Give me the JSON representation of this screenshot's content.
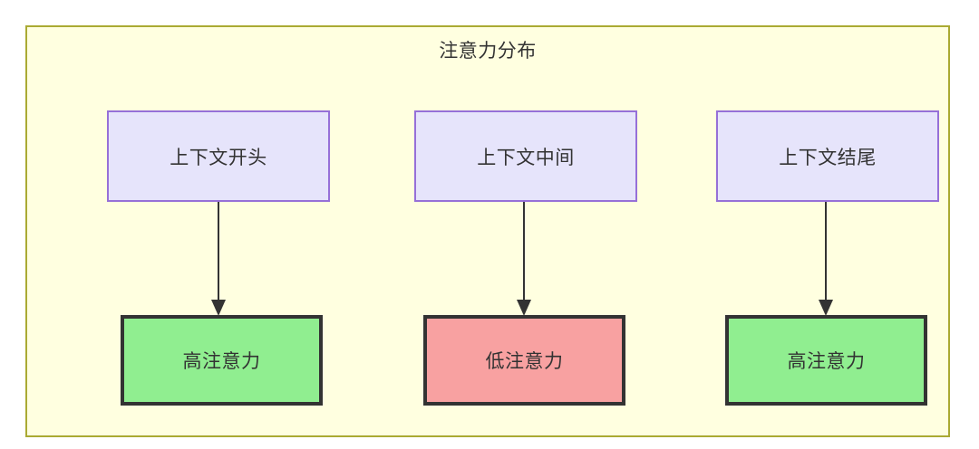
{
  "diagram": {
    "title": "注意力分布",
    "background_color": "#ffffe0",
    "border_color": "#aaaa33",
    "context_nodes": [
      {
        "label": "上下文开头",
        "fill": "#e6e4fb",
        "stroke": "#9670d8"
      },
      {
        "label": "上下文中间",
        "fill": "#e6e4fb",
        "stroke": "#9670d8"
      },
      {
        "label": "上下文结尾",
        "fill": "#e6e4fb",
        "stroke": "#9670d8"
      }
    ],
    "attention_nodes": [
      {
        "label": "高注意力",
        "fill": "#90ee90",
        "stroke": "#333333"
      },
      {
        "label": "低注意力",
        "fill": "#f8a1a1",
        "stroke": "#333333"
      },
      {
        "label": "高注意力",
        "fill": "#90ee90",
        "stroke": "#333333"
      }
    ],
    "edges": [
      {
        "from": "上下文开头",
        "to": "高注意力",
        "label": ""
      },
      {
        "from": "上下文中间",
        "to": "低注意力",
        "label": ""
      },
      {
        "from": "上下文结尾",
        "to": "高注意力",
        "label": ""
      }
    ],
    "edge_color": "#333333"
  }
}
